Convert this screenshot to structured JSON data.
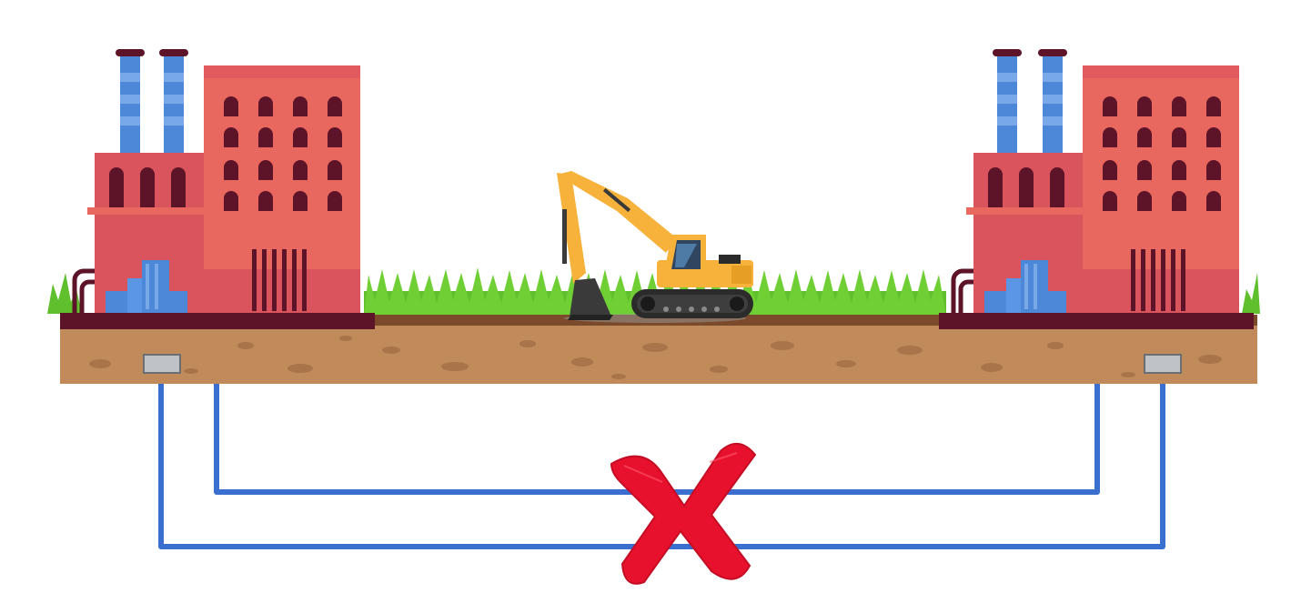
{
  "scene": {
    "left_building": "factory",
    "right_building": "factory",
    "center_object": "excavator",
    "ground": "soil-and-grass",
    "connections": [
      {
        "name": "inner-cable",
        "color": "#3A6FD0"
      },
      {
        "name": "outer-cable",
        "color": "#3A6FD0"
      }
    ],
    "status_mark": "cross-icon",
    "status_mark_color": "#E8112D"
  },
  "colors": {
    "factory_wall_light": "#E8685F",
    "factory_wall_dark": "#D9545C",
    "factory_window": "#5E1428",
    "factory_base": "#5E1428",
    "chimney_blue": "#4C87D8",
    "chimney_light": "#78A8E8",
    "soil": "#C08A5A",
    "soil_spot": "#A9744A",
    "grass": "#5FBF2C",
    "excavator_yellow": "#F6B23A",
    "connector_box": "#BFC3C7"
  }
}
